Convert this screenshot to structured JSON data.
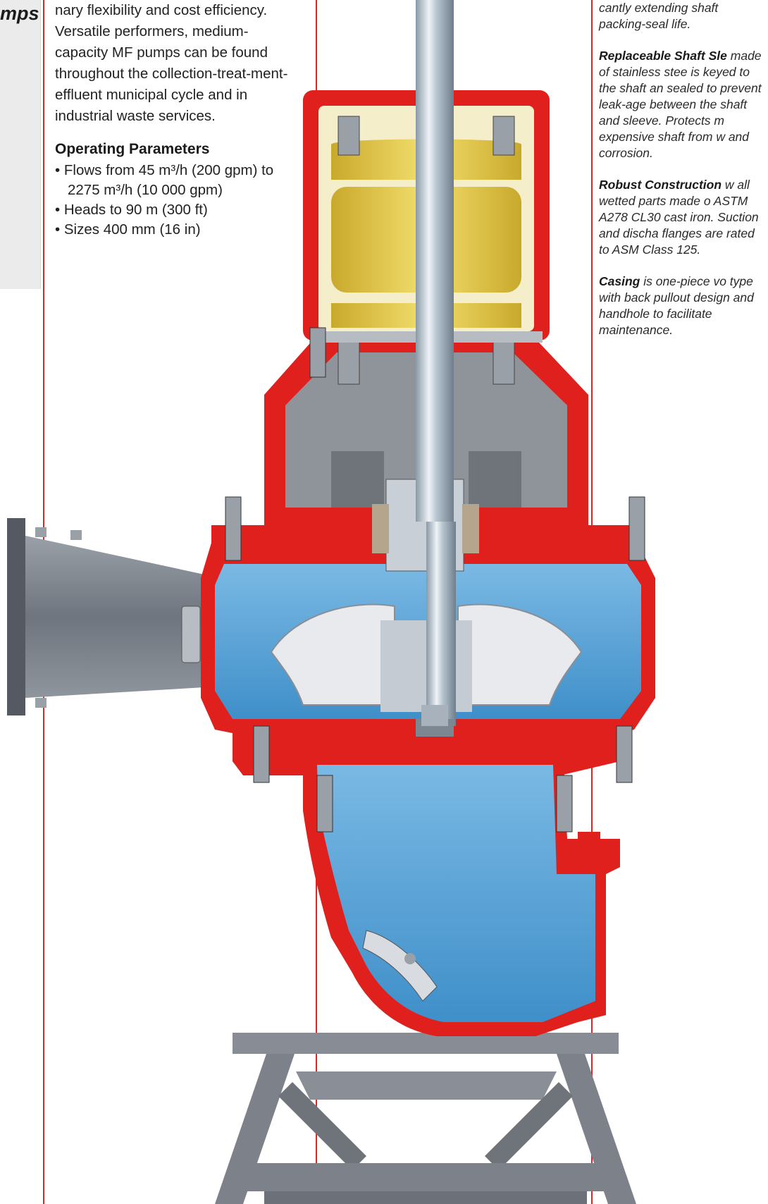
{
  "sidebar": {
    "title_fragment": "mps"
  },
  "intro": "nary flexibility and cost efficiency. Versatile performers, medium-capacity MF pumps can be found throughout the collection-treat-ment-effluent municipal cycle and in industrial waste services.",
  "operating": {
    "heading": "Operating Parameters",
    "items": [
      "• Flows from 45 m³/h (200 gpm) to 2275 m³/h (10 000 gpm)",
      "• Heads to 90 m (300 ft)",
      "• Sizes 400 mm (16 in)"
    ]
  },
  "features": [
    {
      "title": "",
      "text": "cantly extending shaft packing-seal life."
    },
    {
      "title": "Replaceable Shaft Sle",
      "text": " made of stainless stee is keyed to the shaft an sealed to prevent leak-age between the shaft and sleeve. Protects m expensive shaft from w and corrosion."
    },
    {
      "title": "Robust Construction",
      "text": " w all wetted parts made o ASTM A278 CL30 cast iron. Suction and discha flanges are rated to ASM Class 125."
    },
    {
      "title": "Casing",
      "text": " is one-piece vo type with back pullout design and handhole to facilitate maintenance."
    }
  ],
  "colors": {
    "rule_red": "#d42a2a",
    "casing_red": "#e0201c",
    "water_blue": "#5aa4d8",
    "bearing_yellow": "#e8cf4a",
    "frame_gray": "#7d8189",
    "shaft_steel": "#b9c7d3"
  }
}
